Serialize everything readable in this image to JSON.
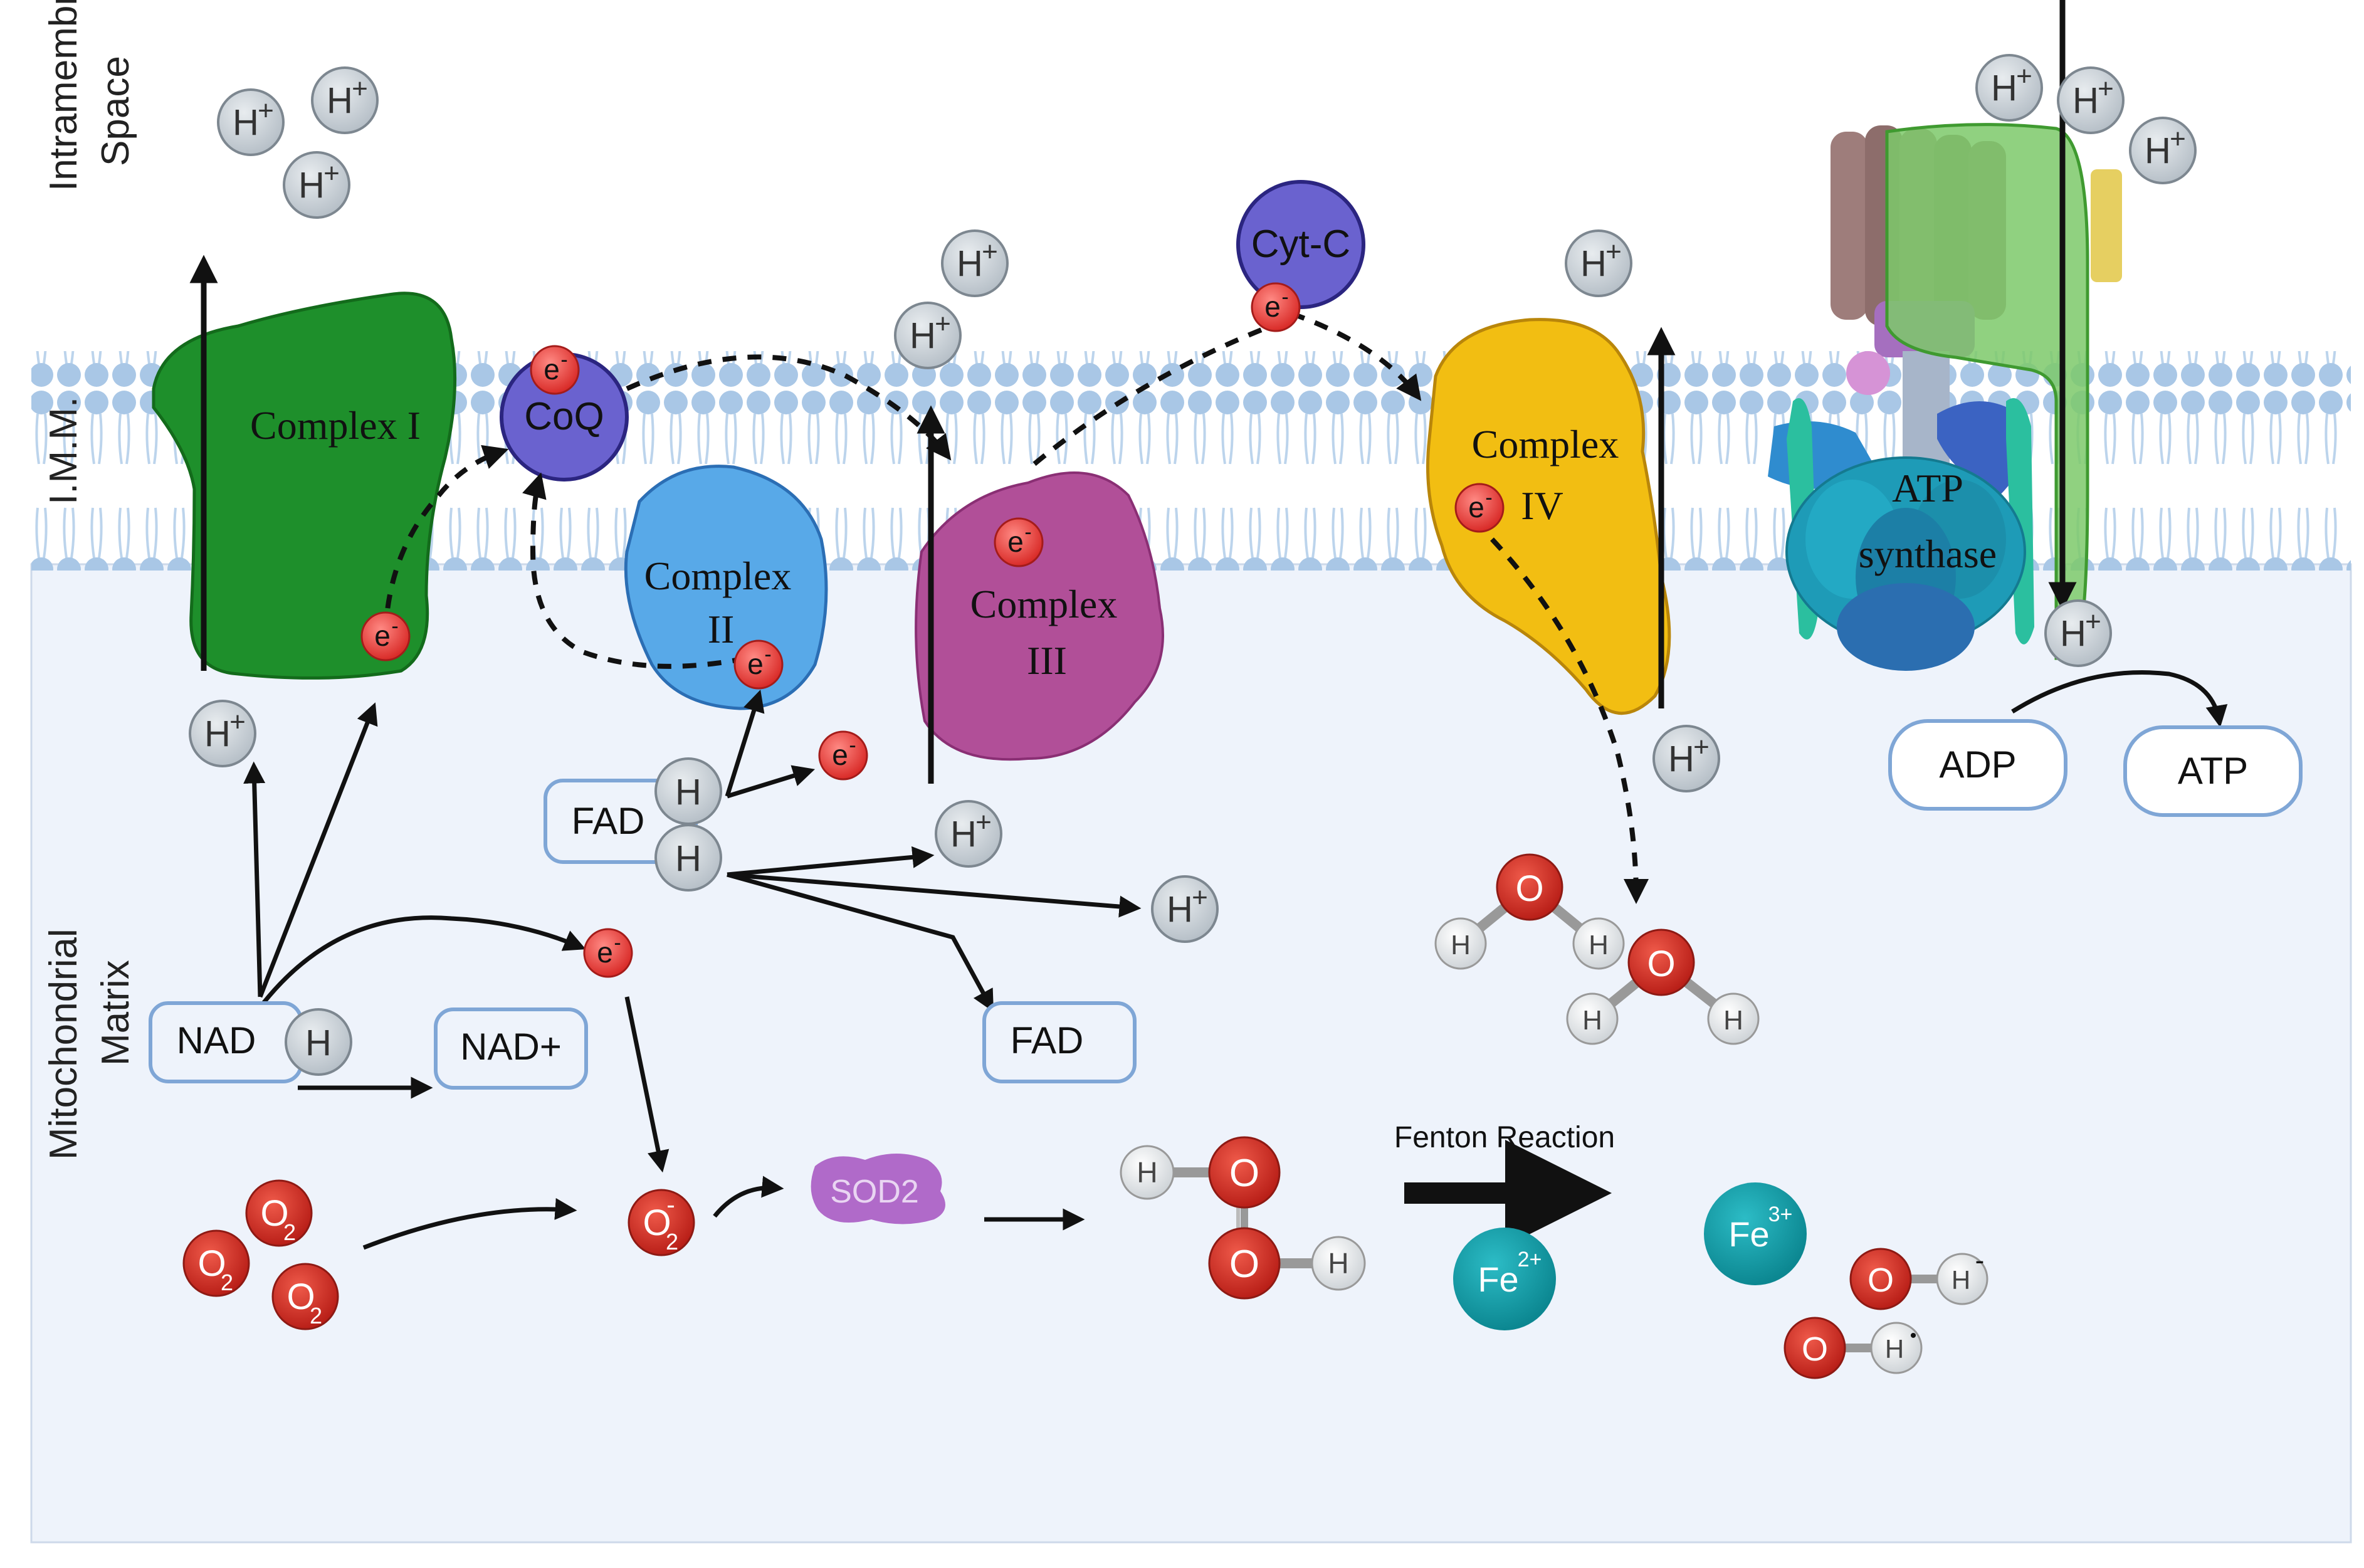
{
  "regions": {
    "intramembrane": [
      "Intramembrane",
      "Space"
    ],
    "imm": "I.M.M.",
    "matrix": [
      "Mitochondrial",
      "Matrix"
    ]
  },
  "complexes": {
    "c1": "Complex I",
    "c2": [
      "Complex",
      "II"
    ],
    "c3": [
      "Complex",
      "III"
    ],
    "c4": [
      "Complex",
      "IV"
    ],
    "atp": [
      "ATP",
      "synthase"
    ]
  },
  "carriers": {
    "coq": "CoQ",
    "cytc": "Cyt-C"
  },
  "glyphs": {
    "H": "H",
    "plus": "+",
    "e": "e",
    "minus": "-",
    "O": "O",
    "two": "2",
    "dot": "•"
  },
  "molecules": {
    "nad": "NAD",
    "nadplus": "NAD+",
    "fad": "FAD",
    "fad2": "FAD",
    "adp": "ADP",
    "atp": "ATP",
    "sod2": "SOD2"
  },
  "fenton": {
    "label": "Fenton Reaction",
    "fe2": "Fe",
    "fe2_charge": "2+",
    "fe3": "Fe",
    "fe3_charge": "3+"
  },
  "colors": {
    "complex1": "#1e8f2b",
    "complex2": "#58a9e8",
    "complex3": "#b14f98",
    "complex4": "#f2be12",
    "carrier": "#6a62cf",
    "electron": "#e8403e",
    "proton": "#c9d1d8",
    "oxygen": "#d83a2b",
    "iron": "#129ba6",
    "matrix_bg": "#eef3fb"
  }
}
